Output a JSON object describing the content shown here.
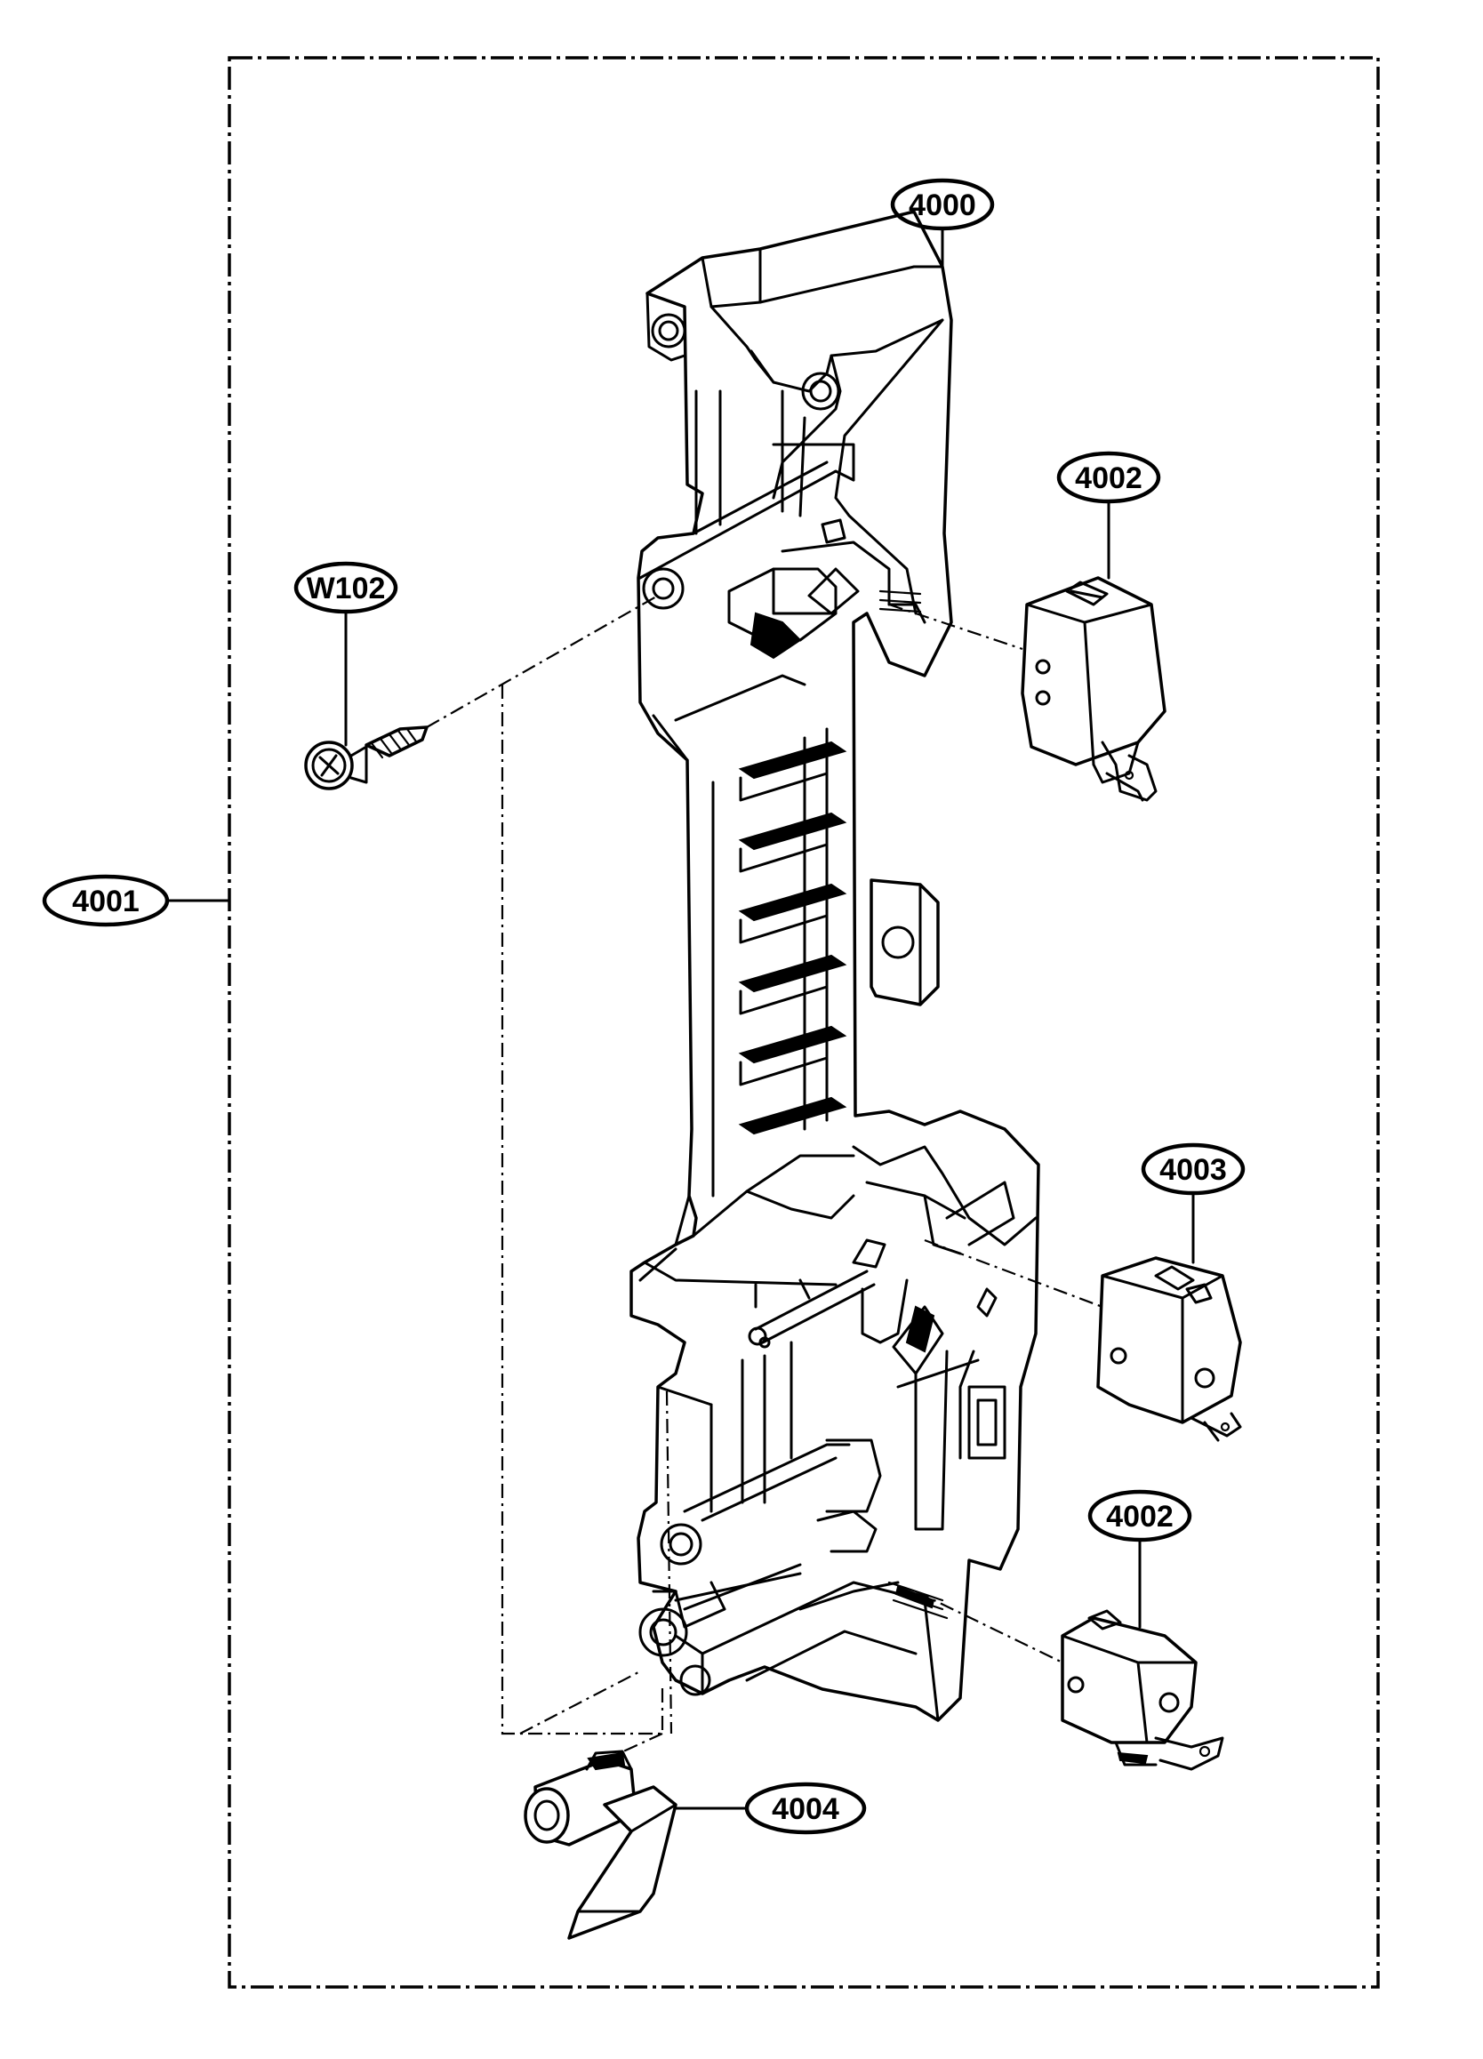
{
  "diagram": {
    "callouts": {
      "housing": "4000",
      "assembly": "4001",
      "switch_upper": "4002",
      "switch_middle": "4003",
      "switch_lower": "4002",
      "lever": "4004",
      "screw": "W102"
    }
  }
}
